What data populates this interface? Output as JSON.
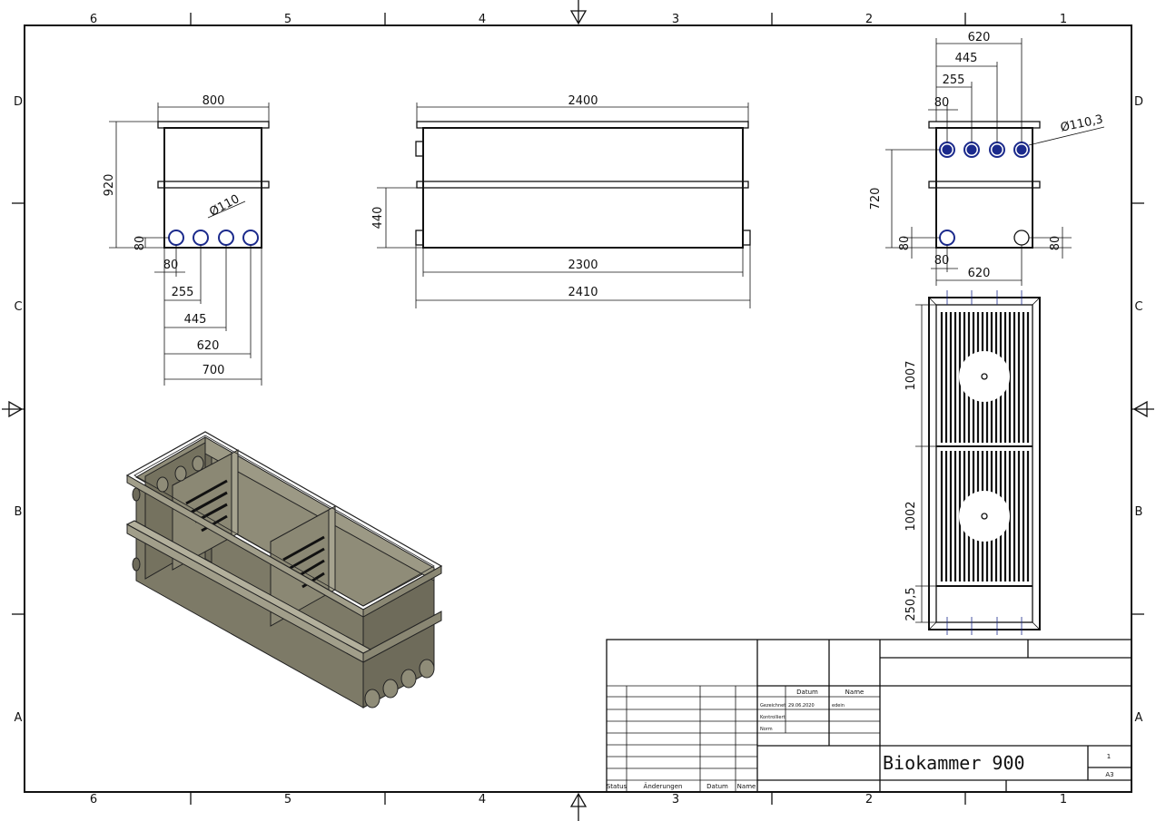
{
  "zones": {
    "columns": [
      "6",
      "5",
      "4",
      "3",
      "2",
      "1"
    ],
    "rows": [
      "D",
      "C",
      "B",
      "A"
    ]
  },
  "front_view": {
    "width_top": "800",
    "height": "920",
    "bottom_offset": "80",
    "pipe_dia": "Ø110",
    "x_80": "80",
    "x_255": "255",
    "x_445": "445",
    "x_620": "620",
    "x_700": "700"
  },
  "side_view": {
    "length_top": "2400",
    "inner_length": "2300",
    "overall_length": "2410",
    "pipe_height": "440"
  },
  "end_view": {
    "d_620": "620",
    "d_445": "445",
    "d_255": "255",
    "d_80": "80",
    "pipe_dia": "Ø110,3",
    "height_720": "720",
    "bottom_80_left": "80",
    "bottom_80_right": "80",
    "bottom_x80": "80",
    "bottom_620": "620"
  },
  "plan_view": {
    "seg_1007": "1007",
    "seg_1002": "1002",
    "seg_250": "250,5"
  },
  "title_block": {
    "col_datum": "Datum",
    "col_name": "Name",
    "row_drawn": "Gezeichnet",
    "drawn_date": "29.06.2020",
    "drawn_name": "edein",
    "row_checked": "Kontrolliert",
    "row_norm": "Norm",
    "status": "Status",
    "changes": "Änderungen",
    "rev_datum": "Datum",
    "rev_name": "Name",
    "drawing_title": "Biokammer 900",
    "sheet_no": "1",
    "format": "A3"
  },
  "colors": {
    "line": "#111111",
    "pipe_blue": "#1b2a8c",
    "iso_face": "#8a8773",
    "iso_dark": "#6e6b5a",
    "iso_light": "#a19e8a"
  }
}
